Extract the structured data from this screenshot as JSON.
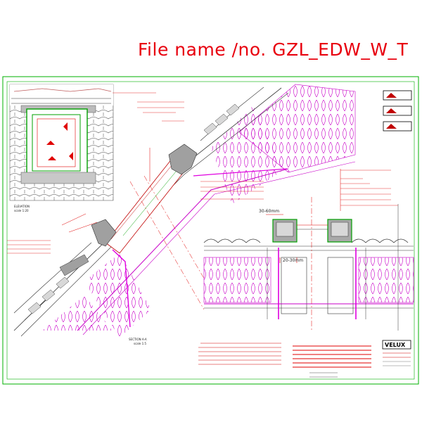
{
  "header": {
    "title": "File name /no. GZL_EDW_W_T"
  },
  "drawing": {
    "dim_30_60": "30-60mm",
    "dim_20_30": "20-30mm",
    "logo": "VELUX"
  },
  "legend": {
    "items": [
      {
        "icon": "window-symbol-1"
      },
      {
        "icon": "window-symbol-2"
      },
      {
        "icon": "window-symbol-3"
      }
    ]
  },
  "colors": {
    "title_red": "#e8000e",
    "frame_green": "#00b000",
    "insulation_magenta": "#c800c8",
    "dimension_red": "#e00000",
    "flashing_grey": "#a0a0a0"
  }
}
